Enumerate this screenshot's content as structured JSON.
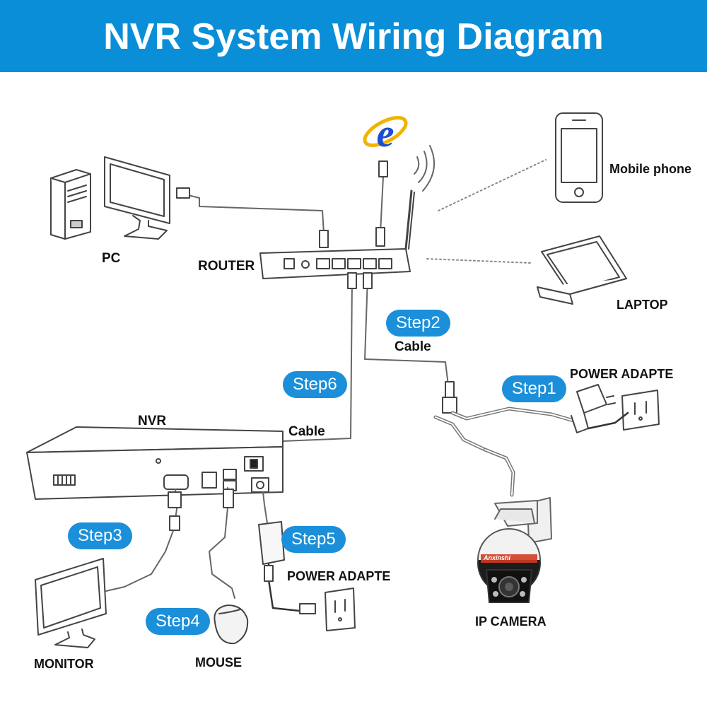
{
  "title": "NVR System Wiring Diagram",
  "colors": {
    "banner": "#0a8ed8",
    "step_badge": "#1b8fd9",
    "line": "#555555"
  },
  "labels": {
    "pc": "PC",
    "router": "ROUTER",
    "mobile_phone": "Mobile phone",
    "laptop": "LAPTOP",
    "cable_top": "Cable",
    "cable_nvr": "Cable",
    "nvr": "NVR",
    "power_adapter_camera": "POWER ADAPTE",
    "power_adapter_nvr": "POWER ADAPTE",
    "ip_camera": "IP CAMERA",
    "monitor": "MONITOR",
    "mouse": "MOUSE"
  },
  "camera_brand": "Anxinshi",
  "steps": {
    "step1": "Step1",
    "step2": "Step2",
    "step3": "Step3",
    "step4": "Step4",
    "step5": "Step5",
    "step6": "Step6"
  },
  "icons": [
    "internet-explorer-icon",
    "wifi-signal-icon",
    "router-icon",
    "pc-tower-icon",
    "pc-monitor-icon",
    "mobile-phone-icon",
    "laptop-icon",
    "nvr-box-icon",
    "monitor-icon",
    "mouse-icon",
    "power-adapter-icon",
    "wall-socket-icon",
    "ip-camera-icon"
  ]
}
